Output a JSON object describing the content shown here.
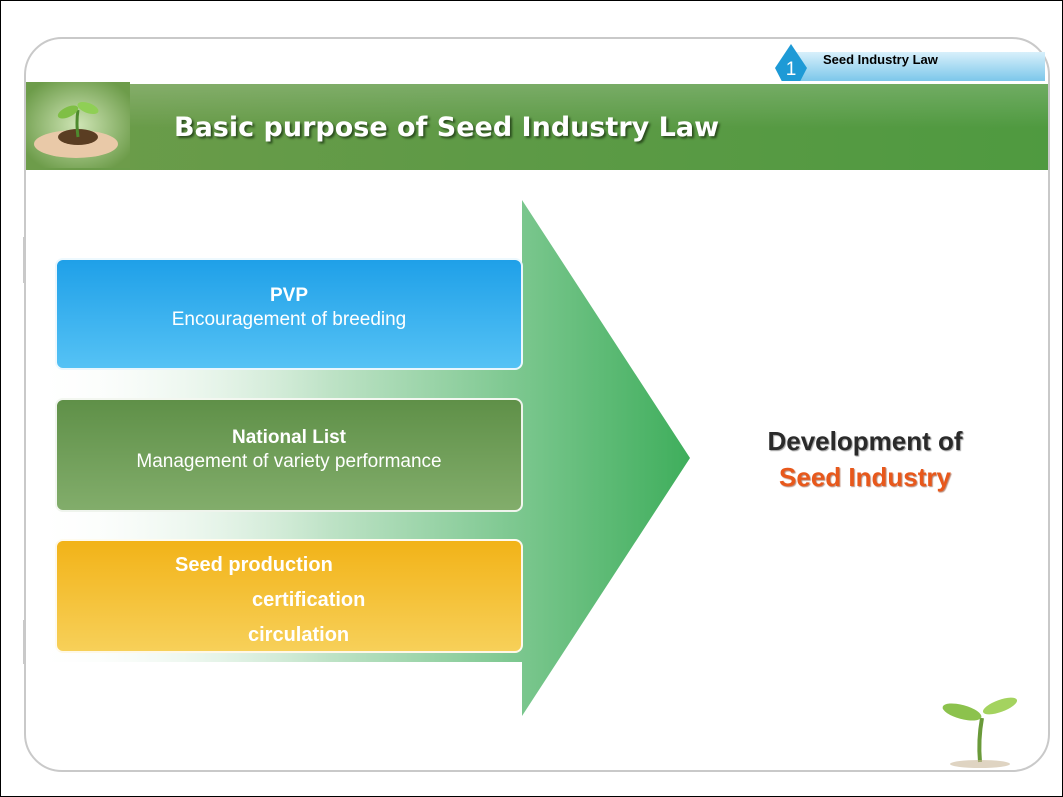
{
  "header": {
    "section_number": "1",
    "section_tab": "Seed Industry Law",
    "title": "Basic purpose of Seed Industry Law"
  },
  "boxes": [
    {
      "title": "PVP",
      "subtitle": "Encouragement of breeding",
      "color": "#1fa0e8"
    },
    {
      "title": "National List",
      "subtitle": "Management of variety performance",
      "color": "#6b9a55"
    },
    {
      "lines": [
        "Seed production",
        "certification",
        "circulation"
      ],
      "color": "#f2b318"
    }
  ],
  "result": {
    "line1": "Development of",
    "line2": "Seed Industry"
  },
  "colors": {
    "title_bar": "#5e9a46",
    "arrow": "#3fae5c",
    "accent_orange": "#e8581b",
    "tab_diamond": "#1e9ad6"
  },
  "icons": [
    "hands-seedling-icon",
    "sprout-icon",
    "section-number-diamond-icon"
  ]
}
